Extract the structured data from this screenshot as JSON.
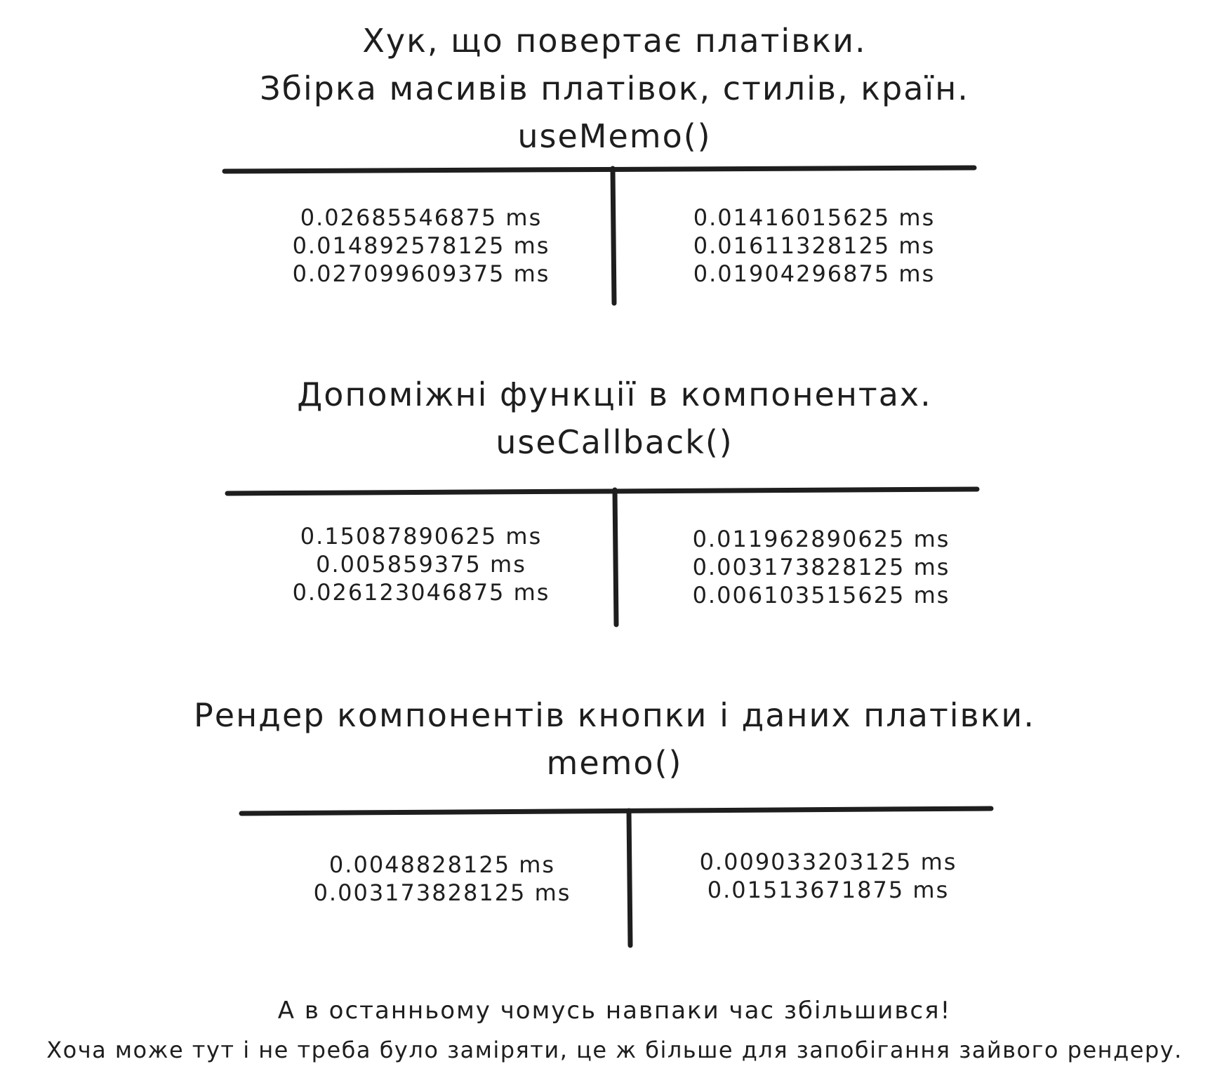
{
  "sections": [
    {
      "heading_lines": [
        "Хук, що повертає платівки.",
        "Збірка масивів платівок, стилів, країн.",
        "useMemo()"
      ],
      "left_values": [
        "0.02685546875 ms",
        "0.014892578125 ms",
        "0.027099609375 ms"
      ],
      "right_values": [
        "0.01416015625 ms",
        "0.01611328125 ms",
        "0.01904296875 ms"
      ]
    },
    {
      "heading_lines": [
        "Допоміжні функції в компонентах.",
        "useCallback()"
      ],
      "left_values": [
        "0.15087890625 ms",
        "0.005859375 ms",
        "0.026123046875 ms"
      ],
      "right_values": [
        "0.011962890625 ms",
        "0.003173828125 ms",
        "0.006103515625 ms"
      ]
    },
    {
      "heading_lines": [
        "Рендер компонентів кнопки і даних платівки.",
        "memo()"
      ],
      "left_values": [
        "0.0048828125 ms",
        "0.003173828125 ms"
      ],
      "right_values": [
        "0.009033203125 ms",
        "0.01513671875 ms"
      ]
    }
  ],
  "footer_lines": [
    "А в останньому чомусь навпаки час збільшився!",
    "Хоча може тут і не треба було заміряти, це ж більше для запобігання зайвого рендеру."
  ]
}
